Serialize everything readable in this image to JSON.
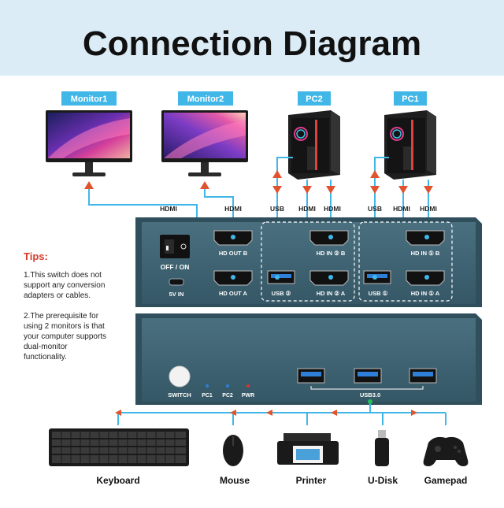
{
  "title": "Connection Diagram",
  "labels": {
    "monitor1": "Monitor1",
    "monitor2": "Monitor2",
    "pc1": "PC1",
    "pc2": "PC2"
  },
  "cables": {
    "hdmi": "HDMI",
    "usb": "USB"
  },
  "ports": {
    "hd_out_b": "HD OUT B",
    "hd_out_a": "HD OUT A",
    "power_switch": "OFF / ON",
    "power_in": "5V IN",
    "usb_2": "USB ②",
    "hd_in_2_b": "HD IN ② B",
    "hd_in_2_a": "HD IN ② A",
    "usb_1": "USB ①",
    "hd_in_1_b": "HD IN ① B",
    "hd_in_1_a": "HD IN ① A"
  },
  "front": {
    "switch": "SWITCH",
    "pc1": "PC1",
    "pc2": "PC2",
    "pwr": "PWR",
    "usb3": "USB3.0"
  },
  "tips": {
    "heading": "Tips:",
    "tip1": [
      "1.This switch does not",
      "support any conversion",
      "adapters or cables."
    ],
    "tip2": [
      "2.The prerequisite for",
      "using 2 monitors is that",
      "your computer supports",
      "dual-monitor",
      "functionality."
    ]
  },
  "peripherals": {
    "keyboard": "Keyboard",
    "mouse": "Mouse",
    "printer": "Printer",
    "udisk": "U-Disk",
    "gamepad": "Gamepad"
  },
  "colors": {
    "banner": "#dcecf7",
    "device_body": "#3e6170",
    "device_face": "#446877",
    "cable": "#41b7e8",
    "arrow": "#e0532e",
    "label_bg": "#41b7e8",
    "tips_heading": "#d63a2a",
    "led_green": "#24c15b",
    "led_red": "#e03030",
    "usb_blue": "#2f7fd8"
  }
}
